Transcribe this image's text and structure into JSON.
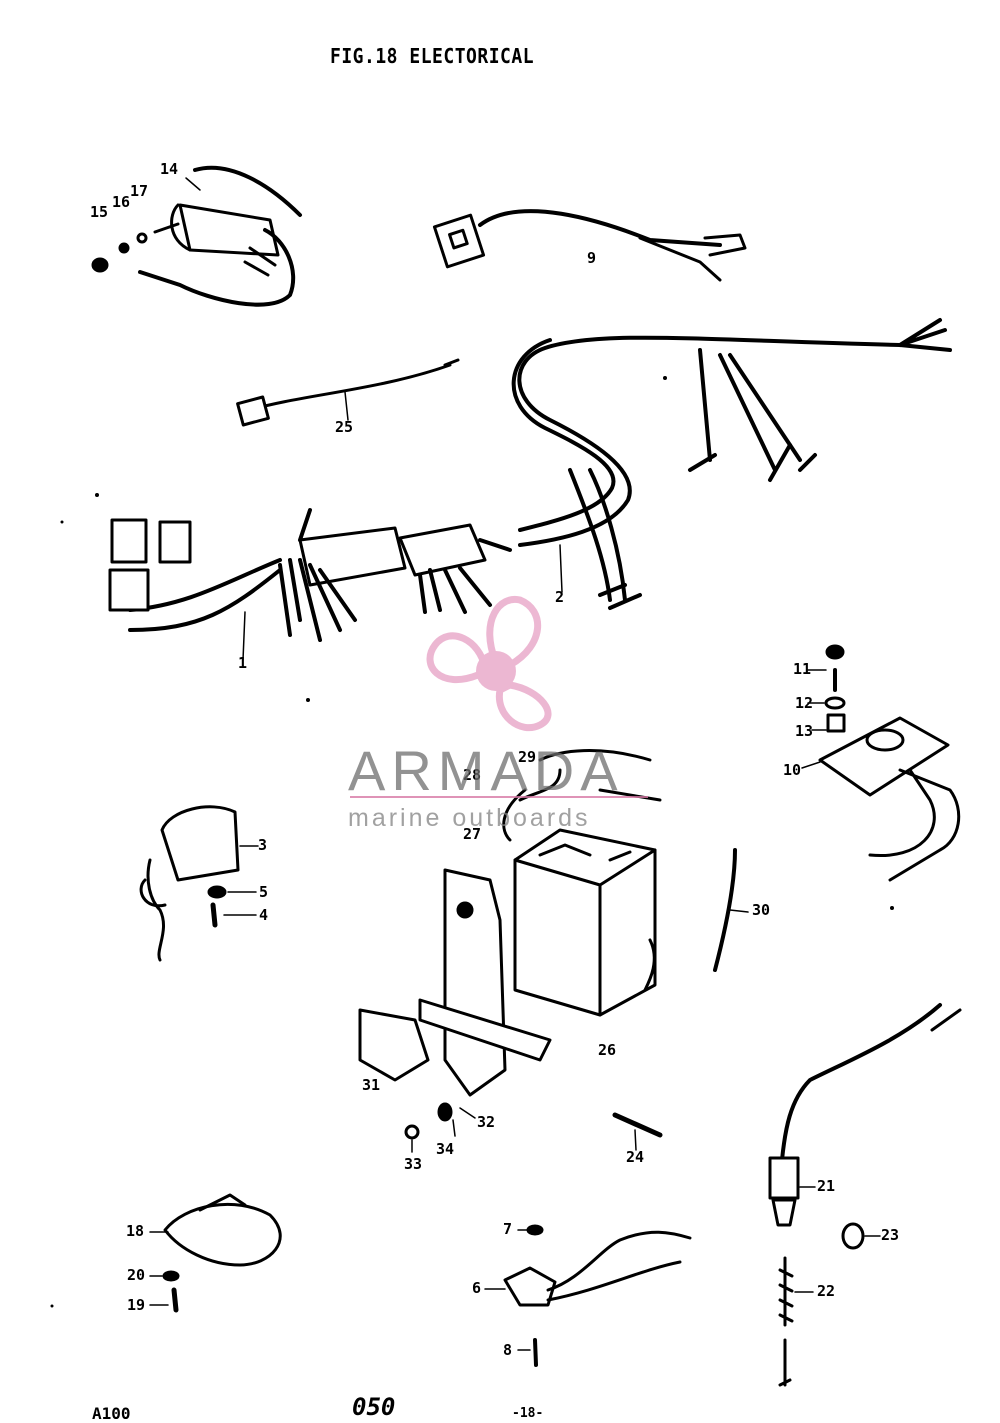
{
  "title": "FIG.18 ELECTORICAL",
  "callouts": [
    {
      "id": "14",
      "text": "14"
    },
    {
      "id": "15",
      "text": "15"
    },
    {
      "id": "16",
      "text": "16"
    },
    {
      "id": "17",
      "text": "17"
    },
    {
      "id": "9",
      "text": "9"
    },
    {
      "id": "25",
      "text": "25"
    },
    {
      "id": "1",
      "text": "1"
    },
    {
      "id": "2",
      "text": "2"
    },
    {
      "id": "11",
      "text": "11"
    },
    {
      "id": "12",
      "text": "12"
    },
    {
      "id": "13",
      "text": "13"
    },
    {
      "id": "10",
      "text": "10"
    },
    {
      "id": "29",
      "text": "29"
    },
    {
      "id": "28",
      "text": "28"
    },
    {
      "id": "27",
      "text": "27"
    },
    {
      "id": "3",
      "text": "3"
    },
    {
      "id": "5",
      "text": "5"
    },
    {
      "id": "4",
      "text": "4"
    },
    {
      "id": "30",
      "text": "30"
    },
    {
      "id": "26",
      "text": "26"
    },
    {
      "id": "31",
      "text": "31"
    },
    {
      "id": "32",
      "text": "32"
    },
    {
      "id": "33",
      "text": "33"
    },
    {
      "id": "34",
      "text": "34"
    },
    {
      "id": "24",
      "text": "24"
    },
    {
      "id": "21",
      "text": "21"
    },
    {
      "id": "23",
      "text": "23"
    },
    {
      "id": "22",
      "text": "22"
    },
    {
      "id": "18",
      "text": "18"
    },
    {
      "id": "20",
      "text": "20"
    },
    {
      "id": "19",
      "text": "19"
    },
    {
      "id": "7",
      "text": "7"
    },
    {
      "id": "6",
      "text": "6"
    },
    {
      "id": "8",
      "text": "8"
    }
  ],
  "footer": {
    "model": "A100",
    "stamp": "050",
    "page": "-18-"
  },
  "watermark": {
    "brand": "ARMADA",
    "tagline": "marine outboards",
    "color_pink": "#e8a6c8",
    "color_grey": "#6e6e6e"
  },
  "icons": {
    "logo": "propeller-logo-icon"
  }
}
